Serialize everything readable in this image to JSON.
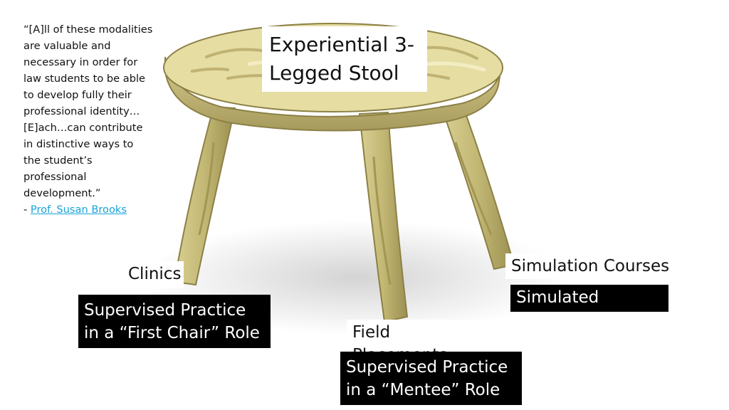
{
  "quote": {
    "text": "“[A]ll of these modalities are valuable and necessary in order for law students to be able to develop fully their professional identity…[E]ach…can contribute in distinctive ways to the student’s professional development.”",
    "dash": "- ",
    "author_link": "Prof. Susan Brooks",
    "link_color": "#1aa3d9"
  },
  "title": "Experiential 3-Legged Stool",
  "labels": {
    "clinics": "Clinics",
    "clinics_role": "Supervised Practice in a “First Chair” Role",
    "simulation_courses": "Simulation Courses",
    "simulation_role": "Simulated Practice",
    "field_placements": "Field Placements",
    "field_role": "Supervised Practice in a “Mentee” Role"
  },
  "colors": {
    "wood_light": "#e8e0a8",
    "wood_mid": "#c9bd7a",
    "wood_dark": "#8c8046",
    "shadow": "#e4e4e4"
  }
}
